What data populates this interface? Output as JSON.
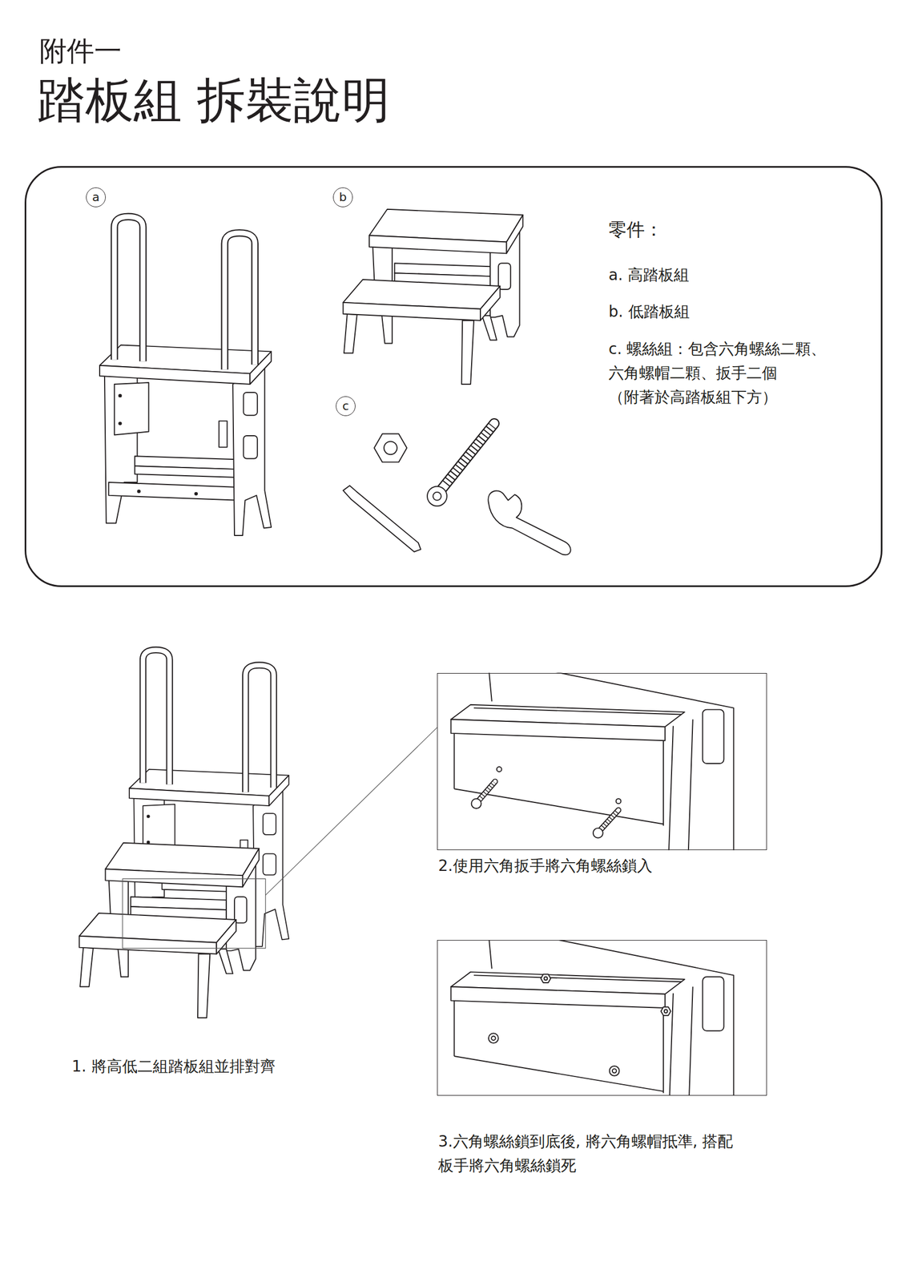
{
  "diagram": {
    "title": "踏板組 拆裝說明",
    "nodes": [
      {
        "text": [
          "零件：",
          "a. 高踏板組",
          "b. 低踏板組",
          "c. 螺絲組：包含六角螺絲二顆、 六角螺帽二顆、扳手二個 （附著於高踏板組下方）"
        ]
      },
      {
        "text": [
          "a"
        ],
        "in": 0
      },
      {
        "text": [
          "b"
        ],
        "in": 0
      },
      {
        "text": [
          "c"
        ],
        "in": 0
      },
      {
        "text": [
          "2.使用六角扳手將六角螺絲鎖入"
        ]
      },
      {
        "text": [
          "3.六角螺絲鎖到底後, 將六角螺帽抵準, 搭配 板手將六角螺絲鎖死"
        ]
      }
    ],
    "labels": [
      "附件一",
      "1. 將高低二組踏板組並排對齊"
    ]
  }
}
